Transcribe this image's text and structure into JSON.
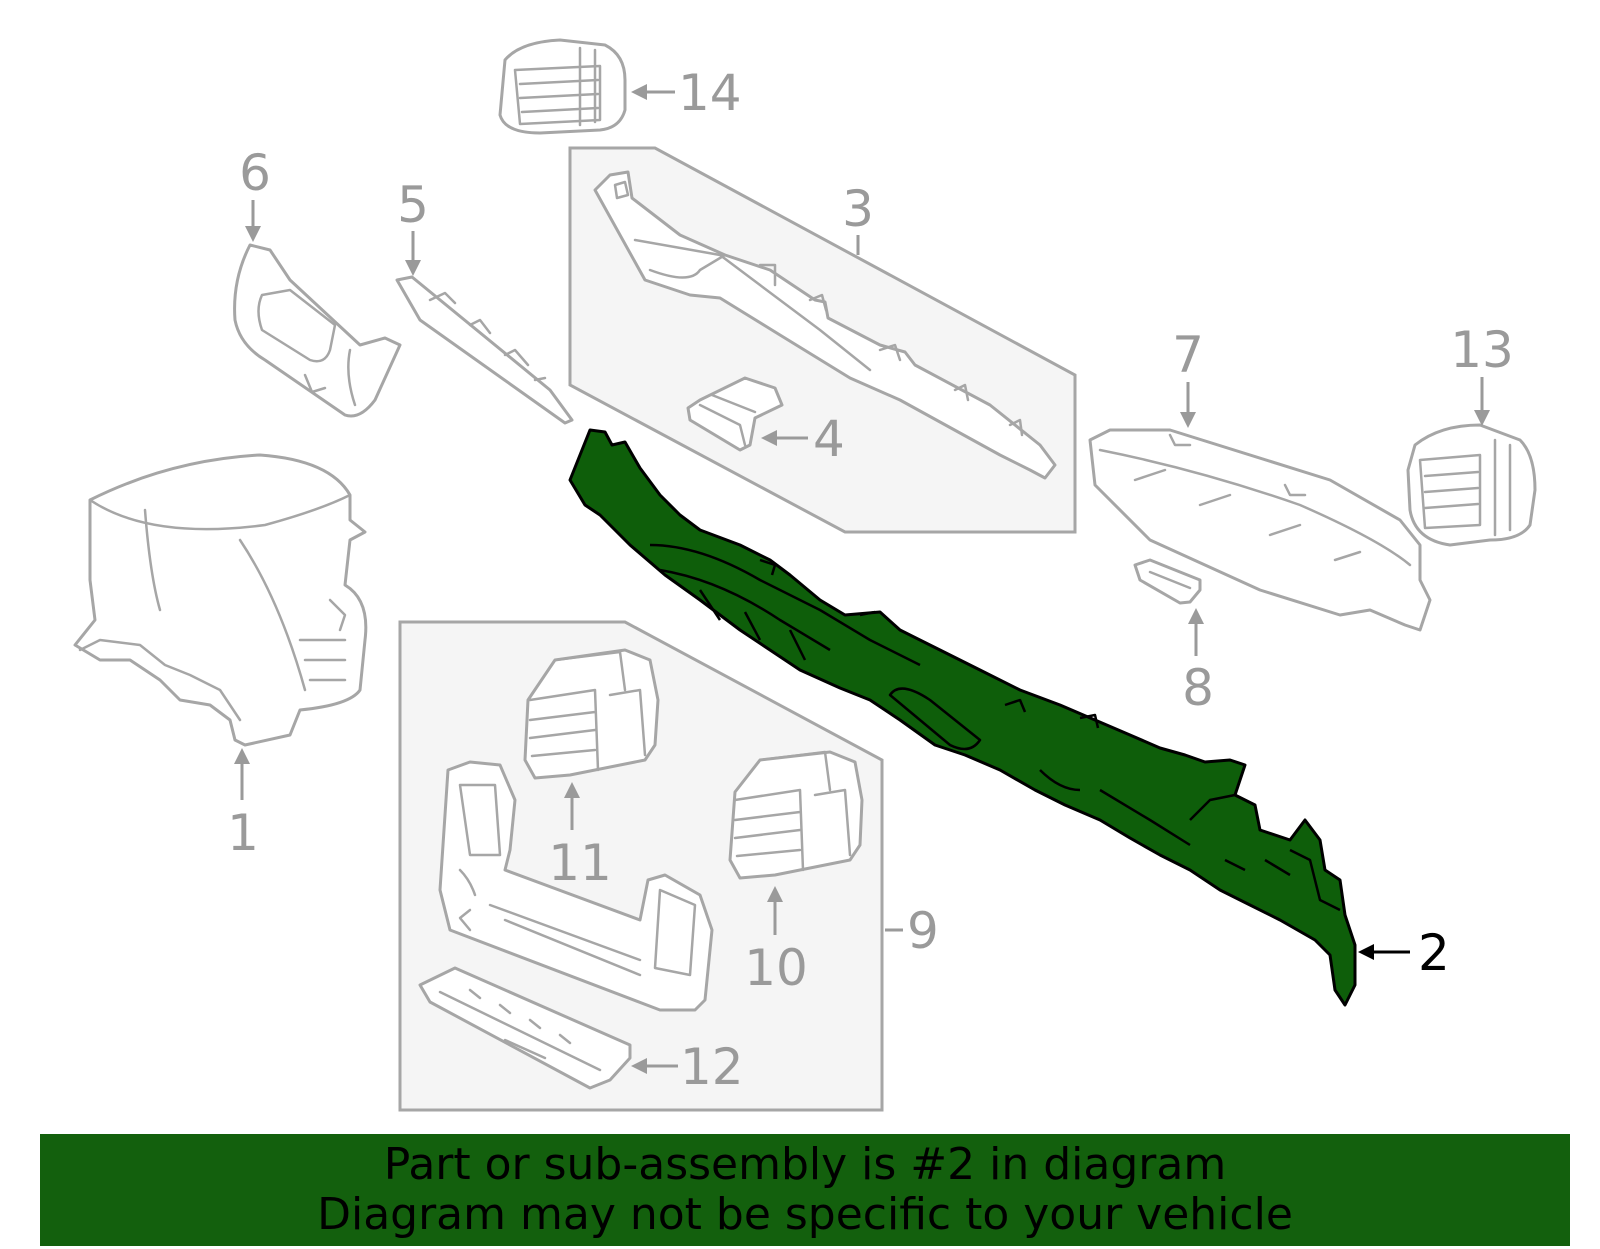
{
  "colors": {
    "highlight": "#0e5e0a",
    "banner": "#13600d",
    "linework": "#a6a6a6",
    "callout_text": "#9a9a9a"
  },
  "callouts": {
    "c1": "1",
    "c2": "2",
    "c3": "3",
    "c4": "4",
    "c5": "5",
    "c6": "6",
    "c7": "7",
    "c8": "8",
    "c9": "9",
    "c10": "10",
    "c11": "11",
    "c12": "12",
    "c13": "13",
    "c14": "14"
  },
  "highlighted_part": "2",
  "banner": {
    "line1": "Part or sub-assembly is #2 in diagram",
    "line2": "Diagram may not be specific to your vehicle"
  }
}
